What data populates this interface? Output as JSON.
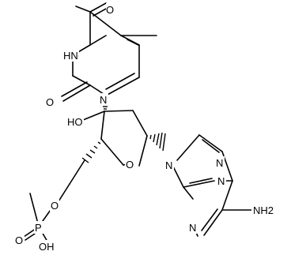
{
  "labels": {
    "o_top": "O",
    "nh": "HN",
    "o_left": "O",
    "n1": "N",
    "ho": "HO",
    "o_ring": "O",
    "o_ester": "O",
    "o_dbl": "O",
    "p": "P",
    "oh": "OH",
    "n9": "N",
    "n7": "N",
    "n3": "N",
    "n1_ade": "N",
    "nh2": "NH2"
  },
  "colors": {
    "bond": "#000000",
    "background": "#ffffff"
  }
}
